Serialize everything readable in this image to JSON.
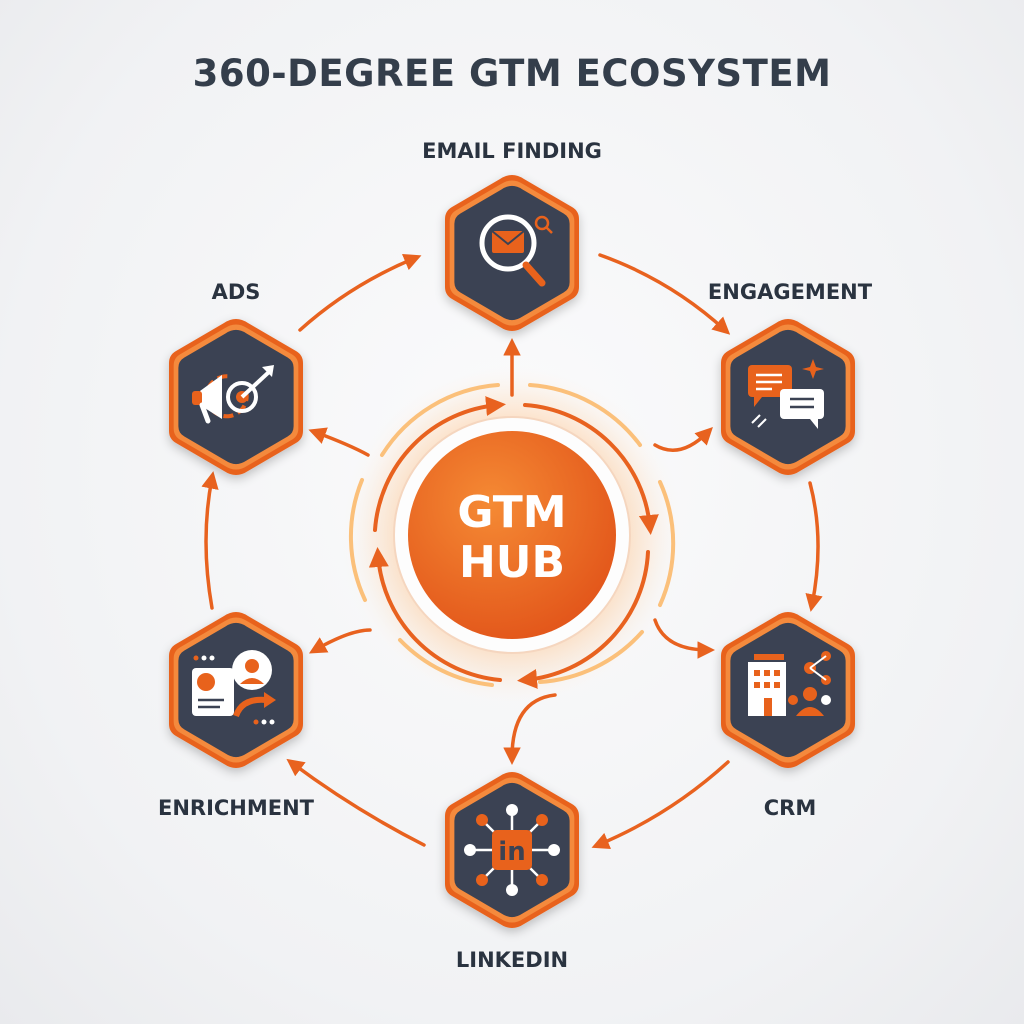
{
  "title": "360-DEGREE GTM ECOSYSTEM",
  "hub": {
    "line1": "GTM",
    "line2": "HUB",
    "label": "GTM HUB"
  },
  "nodes": [
    {
      "id": "email-finding",
      "label": "EMAIL FINDING",
      "icon": "envelope-magnifier-icon"
    },
    {
      "id": "engagement",
      "label": "ENGAGEMENT",
      "icon": "chat-bubbles-icon"
    },
    {
      "id": "crm",
      "label": "CRM",
      "icon": "building-people-network-icon"
    },
    {
      "id": "linkedin",
      "label": "LINKEDIN",
      "icon": "linkedin-network-icon",
      "glyph": "in"
    },
    {
      "id": "enrichment",
      "label": "ENRICHMENT",
      "icon": "profile-card-enrich-icon"
    },
    {
      "id": "ads",
      "label": "ADS",
      "icon": "megaphone-target-icon"
    }
  ],
  "flow": [
    "EMAIL FINDING",
    "ENGAGEMENT",
    "CRM",
    "LINKEDIN",
    "ENRICHMENT",
    "ADS",
    "EMAIL FINDING"
  ],
  "colors": {
    "accent": "#e8621f",
    "accent_light": "#f7a04a",
    "hex_fill": "#3a4352",
    "text_dark": "#2a3340",
    "background": "#f1f2f4"
  }
}
